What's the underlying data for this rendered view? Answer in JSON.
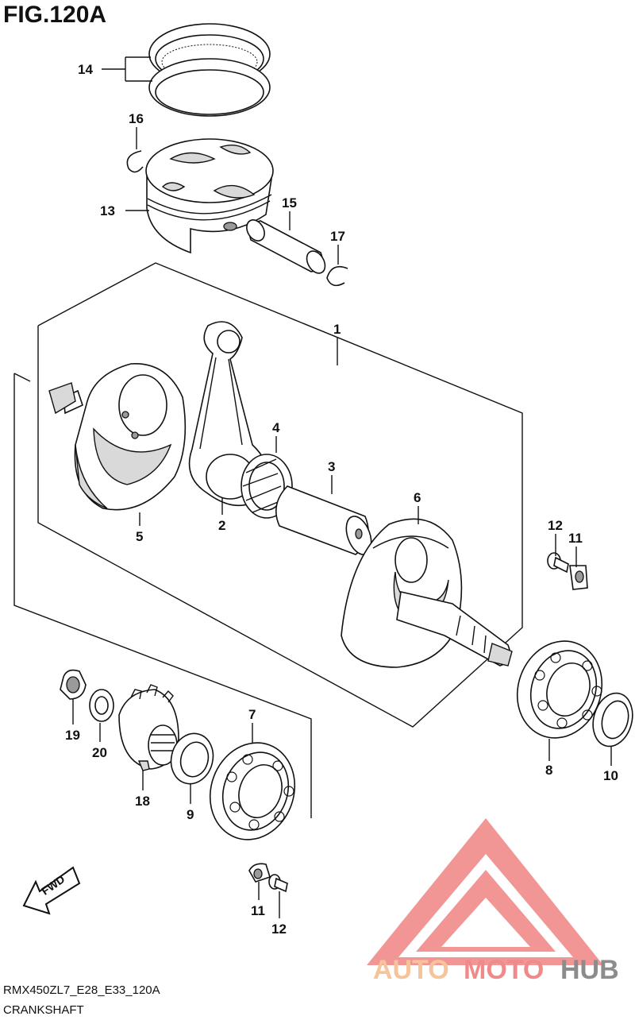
{
  "figure": {
    "title": "FIG.120A"
  },
  "footer": {
    "model_code": "RMX450ZL7_E28_E33_120A",
    "section_name": "CRANKSHAFT"
  },
  "direction_arrow": {
    "label": "FWD"
  },
  "watermark": {
    "text_parts": [
      "AUTO",
      "MOTO",
      "HUB"
    ],
    "colors": {
      "triangle": "#f08a8a",
      "auto": "#f5c49a",
      "moto": "#f08a8a",
      "hub": "#8c8c8c"
    }
  },
  "callouts": {
    "c1": "1",
    "c2": "2",
    "c3": "3",
    "c4": "4",
    "c5": "5",
    "c6": "6",
    "c7": "7",
    "c8": "8",
    "c9": "9",
    "c10": "10",
    "c11a": "11",
    "c11b": "11",
    "c12a": "12",
    "c12b": "12",
    "c13": "13",
    "c14": "14",
    "c15": "15",
    "c16": "16",
    "c17": "17",
    "c18": "18",
    "c19": "19",
    "c20": "20"
  }
}
